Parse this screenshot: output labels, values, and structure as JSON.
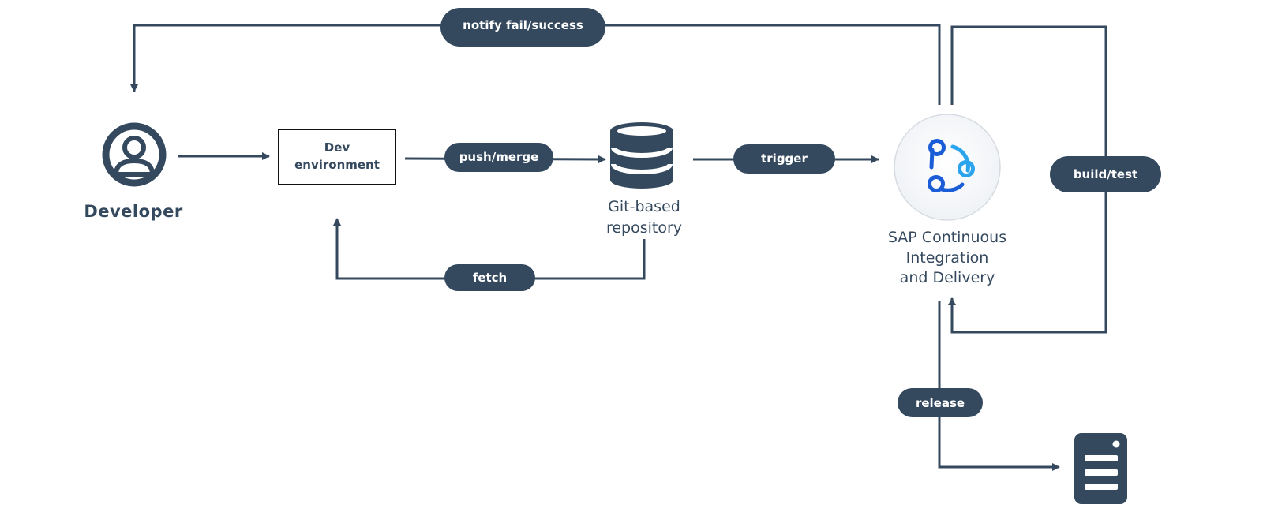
{
  "nodes": {
    "developer": {
      "label": "Developer",
      "icon": "user-icon"
    },
    "dev_environment": {
      "line1": "Dev",
      "line2": "environment"
    },
    "repository": {
      "line1": "Git-based",
      "line2": "repository",
      "icon": "database-icon"
    },
    "sap_ci": {
      "line1": "SAP Continuous",
      "line2": "Integration",
      "line3": "and Delivery",
      "icon": "sap-ci-logo-icon"
    },
    "release_target": {
      "icon": "server-icon"
    }
  },
  "edges": {
    "notify": "notify fail/success",
    "push_merge": "push/merge",
    "trigger": "trigger",
    "fetch": "fetch",
    "build_test": "build/test",
    "release": "release"
  },
  "colors": {
    "primary": "#34495e",
    "logo_dark": "#1a5dd6",
    "logo_light": "#2ba4ee",
    "background": "#ffffff"
  }
}
